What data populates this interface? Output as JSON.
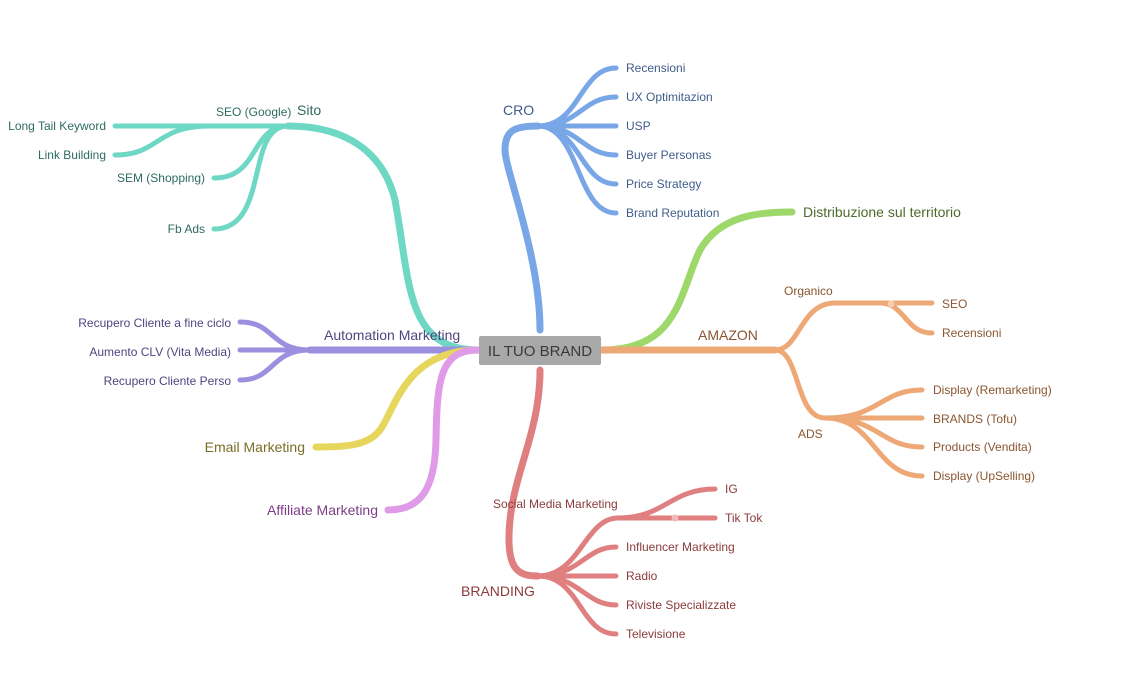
{
  "center": {
    "label": "IL TUO BRAND"
  },
  "colors": {
    "cro": "#79a6e6",
    "sito": "#6fd8c5",
    "automation": "#9b8fe0",
    "email": "#e7d65c",
    "affiliate": "#df9ae8",
    "branding": "#e07f7f",
    "distribuzione": "#9ed76a",
    "amazon": "#eea876"
  },
  "branches": {
    "cro": {
      "label": "CRO",
      "children": [
        "Recensioni",
        "UX Optimitazion",
        "USP",
        "Buyer Personas",
        "Price Strategy",
        "Brand Reputation"
      ]
    },
    "sito": {
      "label": "Sito",
      "seo": {
        "label": "SEO (Google)",
        "children": [
          "Long Tail Keyword",
          "Link Building"
        ]
      },
      "sem": "SEM (Shopping)",
      "fb": "Fb Ads"
    },
    "automation": {
      "label": "Automation Marketing",
      "children": [
        "Recupero Cliente a fine ciclo",
        "Aumento CLV (Vita Media)",
        "Recupero Cliente Perso"
      ]
    },
    "email": {
      "label": "Email Marketing"
    },
    "affiliate": {
      "label": "Affiliate Marketing"
    },
    "distribuzione": {
      "label": "Distribuzione sul territorio"
    },
    "amazon": {
      "label": "AMAZON",
      "organico": {
        "label": "Organico",
        "children": [
          "SEO",
          "Recensioni"
        ]
      },
      "ads": {
        "label": "ADS",
        "children": [
          "Display (Remarketing)",
          "BRANDS (Tofu)",
          "Products (Vendita)",
          "Display (UpSelling)"
        ]
      }
    },
    "branding": {
      "label": "BRANDING",
      "social": {
        "label": "Social Media Marketing",
        "children": [
          "IG",
          "Tik Tok"
        ]
      },
      "children": [
        "Influencer Marketing",
        "Radio",
        "Riviste Specializzate",
        "Televisione"
      ]
    }
  }
}
